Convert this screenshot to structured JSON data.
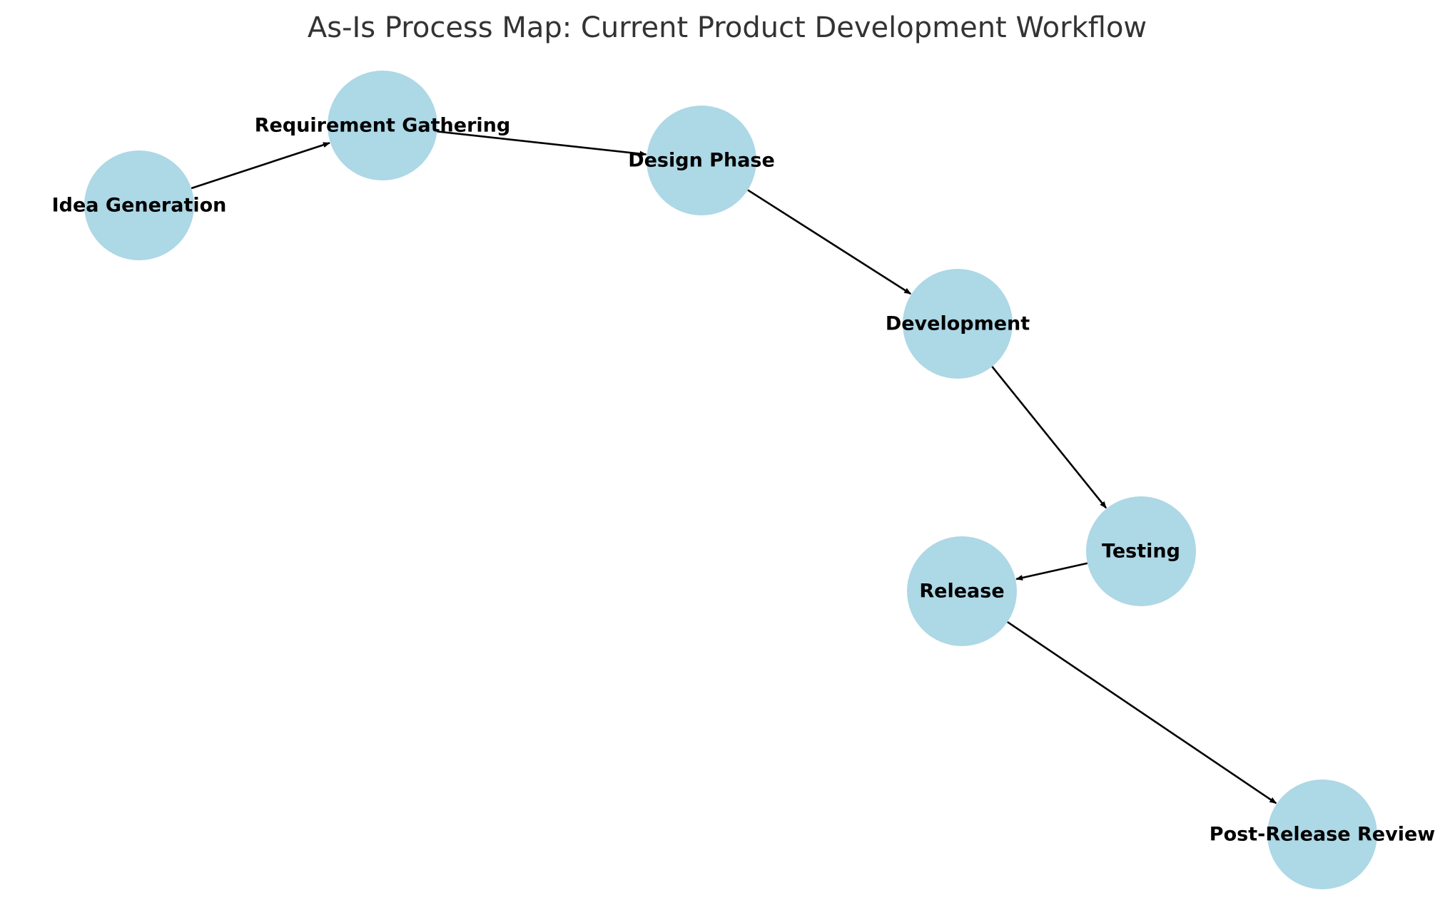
{
  "title": "As-Is Process Map: Current Product Development Workflow",
  "colors": {
    "node_fill": "#add8e6",
    "edge": "#000000",
    "title": "#333333",
    "label": "#000000"
  },
  "nodes": [
    {
      "id": "idea",
      "label": "Idea Generation"
    },
    {
      "id": "req",
      "label": "Requirement Gathering"
    },
    {
      "id": "design",
      "label": "Design Phase"
    },
    {
      "id": "dev",
      "label": "Development"
    },
    {
      "id": "test",
      "label": "Testing"
    },
    {
      "id": "release",
      "label": "Release"
    },
    {
      "id": "review",
      "label": "Post-Release Review"
    }
  ],
  "edges": [
    {
      "from": "idea",
      "to": "req"
    },
    {
      "from": "req",
      "to": "design"
    },
    {
      "from": "design",
      "to": "dev"
    },
    {
      "from": "dev",
      "to": "test"
    },
    {
      "from": "test",
      "to": "release"
    },
    {
      "from": "release",
      "to": "review"
    }
  ]
}
